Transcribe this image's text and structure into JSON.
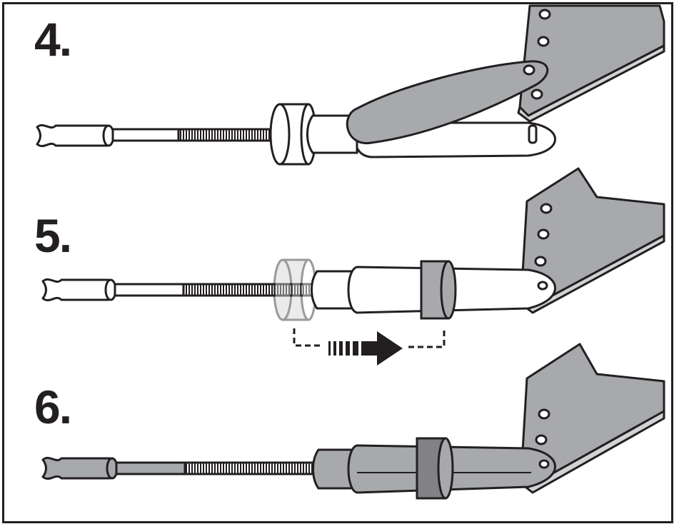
{
  "steps": [
    {
      "number": "4."
    },
    {
      "number": "5."
    },
    {
      "number": "6."
    }
  ],
  "colors": {
    "outline": "#231f20",
    "metal_gray": "#a7a9ac",
    "light_gray": "#d1d3d4",
    "background": "#ffffff"
  },
  "icons": [
    "clevis-icon",
    "threaded-rod-icon",
    "lock-collar-icon",
    "bracket-plate-icon",
    "lever-arm-icon",
    "slide-direction-arrow-icon"
  ]
}
